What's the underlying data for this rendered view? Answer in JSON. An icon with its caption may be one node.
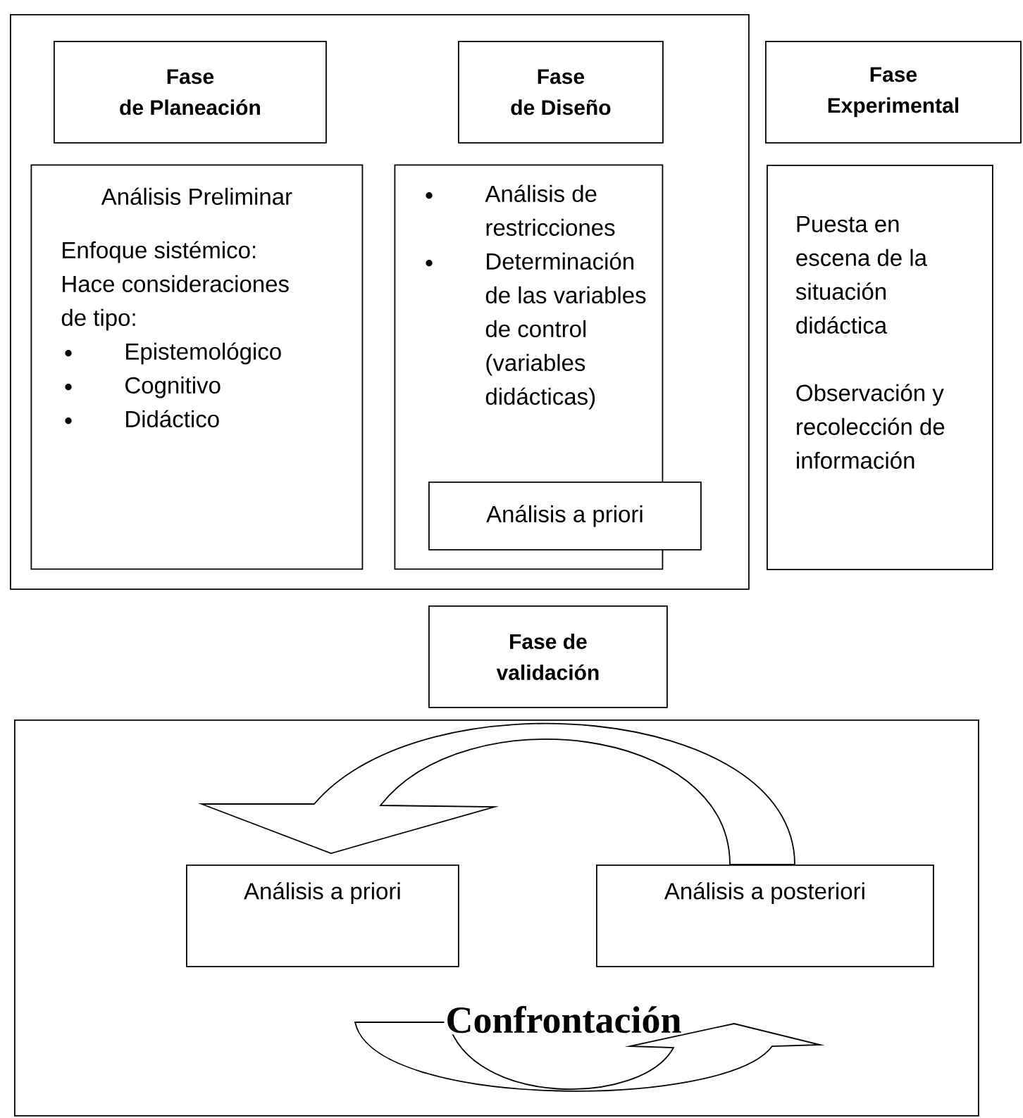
{
  "diagram": {
    "nodes": [
      {
        "text": [],
        "shape": "box"
      },
      {
        "text": [
          "Fase de Planeación"
        ],
        "in": 0
      },
      {
        "text": [
          "Análisis Preliminar",
          "Enfoque sistémico: Hace consideraciones de tipo:",
          "Epistemológico",
          "Cognitivo",
          "Didáctico"
        ],
        "in": 0
      },
      {
        "text": [
          "Fase de Diseño"
        ],
        "in": 0
      },
      {
        "text": [
          "Análisis de restricciones",
          "Determinación de las variables de control (variables didácticas)"
        ],
        "in": 0
      },
      {
        "text": [
          "Análisis a priori"
        ],
        "in": 4
      },
      {
        "text": [
          "Fase Experimental"
        ]
      },
      {
        "text": [
          "Puesta en escena de la situación didáctica",
          "Observación y recolección de información"
        ]
      },
      {
        "text": [
          "Fase de validación"
        ]
      },
      {
        "text": [],
        "shape": "box"
      },
      {
        "text": [
          "Análisis a priori"
        ],
        "in": 9
      },
      {
        "text": [
          "Análisis a posteriori"
        ],
        "in": 9
      }
    ],
    "edges": [
      {
        "from": 11,
        "to": 10,
        "arrow": "to"
      }
    ],
    "labels": [
      "Confrontación"
    ]
  }
}
